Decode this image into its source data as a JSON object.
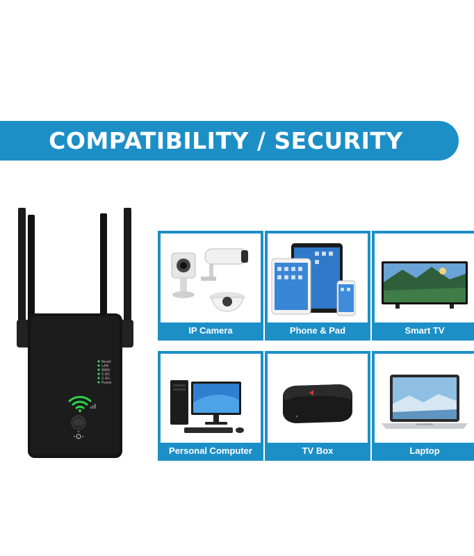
{
  "banner": {
    "title": "COMPATIBILITY / SECURITY"
  },
  "device": {
    "name_icon": "wifi-extender",
    "led_labels": [
      "Reset",
      "LAN",
      "WAN",
      "5.8G",
      "2.4G",
      "Power"
    ]
  },
  "cards": [
    {
      "label": "IP Camera",
      "icon": "ip-camera-icon"
    },
    {
      "label": "Phone & Pad",
      "icon": "phone-pad-icon"
    },
    {
      "label": "Smart TV",
      "icon": "smart-tv-icon"
    },
    {
      "label": "Personal Computer",
      "icon": "computer-icon"
    },
    {
      "label": "TV Box",
      "icon": "tv-box-icon"
    },
    {
      "label": "Laptop",
      "icon": "laptop-icon"
    }
  ],
  "colors": {
    "accent": "#1d8fc7",
    "device": "#141414",
    "wifi_green": "#2fd14a"
  }
}
